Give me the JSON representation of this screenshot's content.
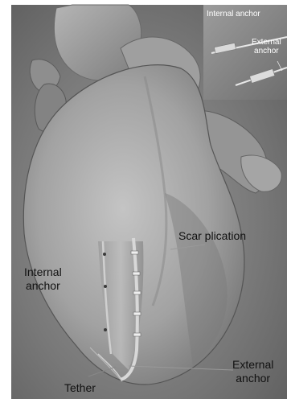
{
  "labels": {
    "scar_plication": "Scar plication",
    "internal_anchor_line1": "Internal",
    "internal_anchor_line2": "anchor",
    "external_anchor_line1": "External",
    "external_anchor_line2": "anchor",
    "tether": "Tether"
  },
  "inset": {
    "internal_anchor": "Internal anchor",
    "external_anchor_line1": "External",
    "external_anchor_line2": "anchor"
  },
  "colors": {
    "background": "#7c7c7c",
    "heart_tissue": "#a3a3a3",
    "label_text": "#111111",
    "inset_text": "#ffffff"
  }
}
